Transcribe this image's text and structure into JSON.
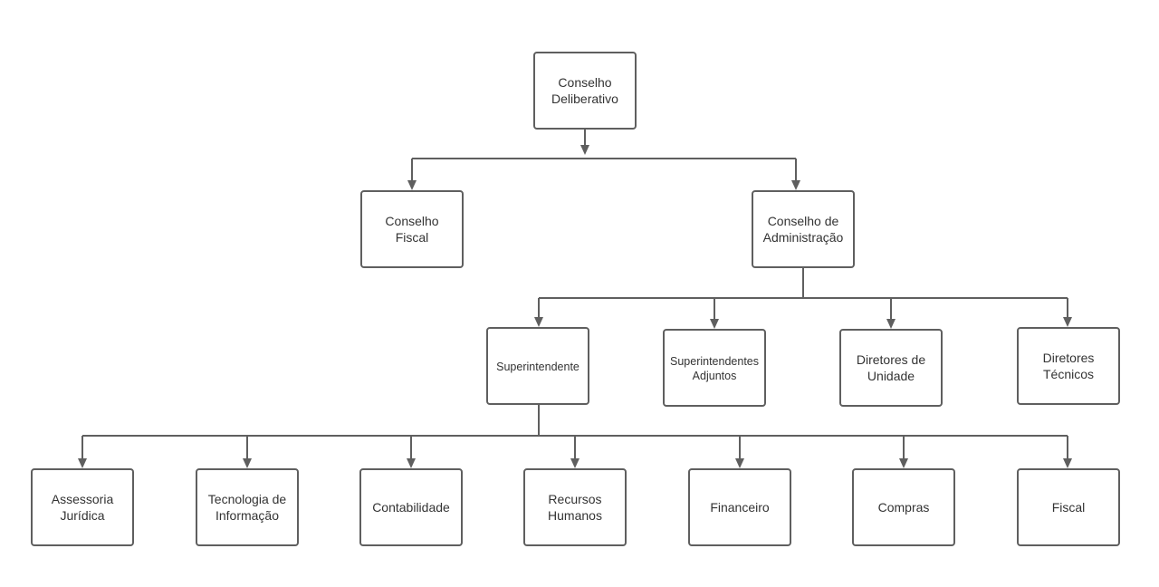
{
  "diagram": {
    "nodes": [
      {
        "id": "deliberativo",
        "lines": [
          "Conselho",
          "Deliberativo"
        ]
      },
      {
        "id": "fiscal-conselho",
        "lines": [
          "Conselho",
          "Fiscal"
        ]
      },
      {
        "id": "administracao",
        "lines": [
          "Conselho de",
          "Administração"
        ]
      },
      {
        "id": "superintendente",
        "lines": [
          "Superintendente"
        ]
      },
      {
        "id": "adjuntos",
        "lines": [
          "Superintendentes",
          "Adjuntos"
        ]
      },
      {
        "id": "unidade",
        "lines": [
          "Diretores de",
          "Unidade"
        ]
      },
      {
        "id": "tecnicos",
        "lines": [
          "Diretores",
          "Técnicos"
        ]
      },
      {
        "id": "juridica",
        "lines": [
          "Assessoria",
          "Jurídica"
        ]
      },
      {
        "id": "ti",
        "lines": [
          "Tecnologia de",
          "Informação"
        ]
      },
      {
        "id": "contabilidade",
        "lines": [
          "Contabilidade"
        ]
      },
      {
        "id": "rh",
        "lines": [
          "Recursos",
          "Humanos"
        ]
      },
      {
        "id": "financeiro",
        "lines": [
          "Financeiro"
        ]
      },
      {
        "id": "compras",
        "lines": [
          "Compras"
        ]
      },
      {
        "id": "fiscal",
        "lines": [
          "Fiscal"
        ]
      }
    ],
    "edges": [
      {
        "from": "deliberativo",
        "to": [
          "fiscal-conselho",
          "administracao"
        ]
      },
      {
        "from": "administracao",
        "to": [
          "superintendente",
          "adjuntos",
          "unidade",
          "tecnicos"
        ]
      },
      {
        "from": "superintendente",
        "to": [
          "juridica",
          "ti",
          "contabilidade",
          "rh",
          "financeiro",
          "compras",
          "fiscal"
        ]
      }
    ]
  }
}
